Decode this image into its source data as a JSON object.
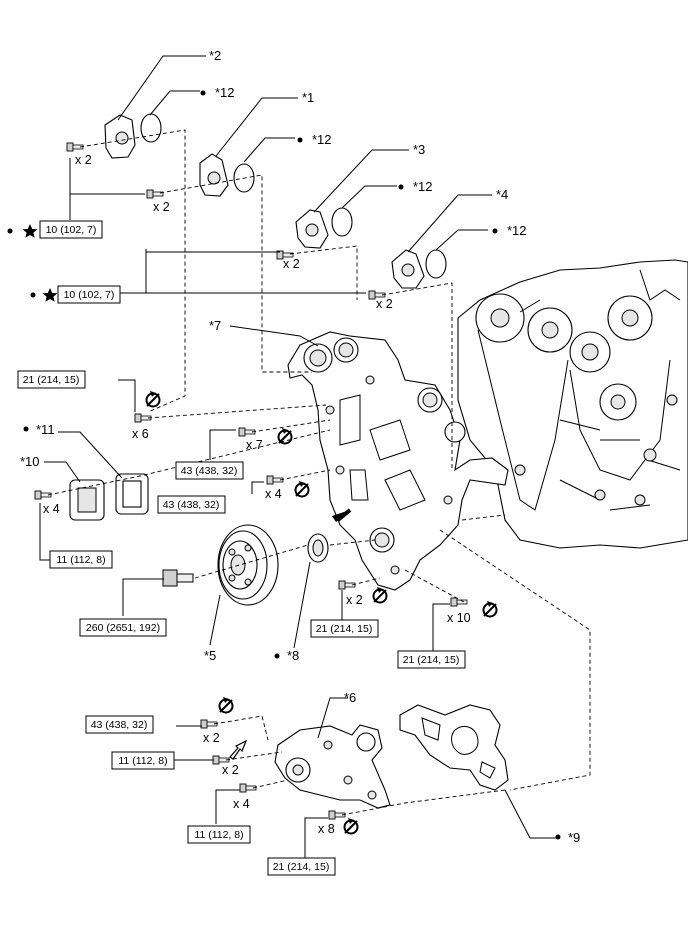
{
  "callouts": {
    "c1": "*1",
    "c2": "*2",
    "c3": "*3",
    "c4": "*4",
    "c5": "*5",
    "c6": "*6",
    "c7": "*7",
    "c8": "*8",
    "c9": "*9",
    "c10": "*10",
    "c11": "*11",
    "c12a": "*12",
    "c12b": "*12",
    "c12c": "*12",
    "c12d": "*12"
  },
  "torques": {
    "t1": "10 (102, 7)",
    "t2": "10 (102, 7)",
    "t3": "21 (214, 15)",
    "t4": "43 (438, 32)",
    "t5": "43 (438, 32)",
    "t6": "11 (112, 8)",
    "t7": "260 (2651, 192)",
    "t8": "21 (214, 15)",
    "t9": "21 (214, 15)",
    "t10": "43 (438, 32)",
    "t11": "11 (112, 8)",
    "t12": "11 (112, 8)",
    "t13": "21 (214, 15)"
  },
  "quantities": {
    "q1": "x 2",
    "q2": "x 2",
    "q3": "x 2",
    "q4": "x 2",
    "q5": "x 6",
    "q6": "x 7",
    "q7": "x 4",
    "q8": "x 4",
    "q9": "x 2",
    "q10": "x 10",
    "q11": "x 2",
    "q12": "x 2",
    "q13": "x 4",
    "q14": "x 8"
  },
  "icons": [
    "no-reuse-icon",
    "star-icon",
    "bullet-icon",
    "press-arrow-icon",
    "apply-arrow-icon"
  ]
}
